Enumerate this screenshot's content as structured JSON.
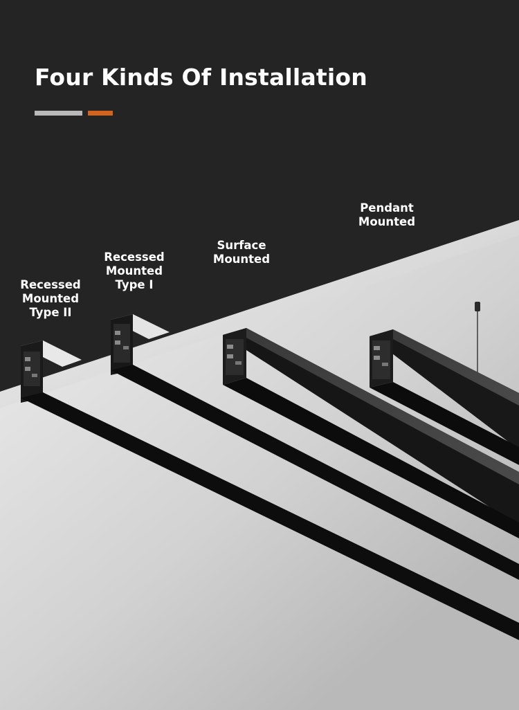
{
  "title": "Four Kinds Of Installation",
  "colors": {
    "background": "#242424",
    "accent_grey": "#b9b9b9",
    "accent_orange": "#d2641e",
    "ceiling": "#d6d6d6",
    "profile": "#121212"
  },
  "installation_types": [
    {
      "line1": "Recessed",
      "line2": "Mounted",
      "line3": "Type II"
    },
    {
      "line1": "Recessed",
      "line2": "Mounted",
      "line3": "Type I"
    },
    {
      "line1": "Surface",
      "line2": "Mounted"
    },
    {
      "line1": "Pendant",
      "line2": "Mounted"
    }
  ]
}
